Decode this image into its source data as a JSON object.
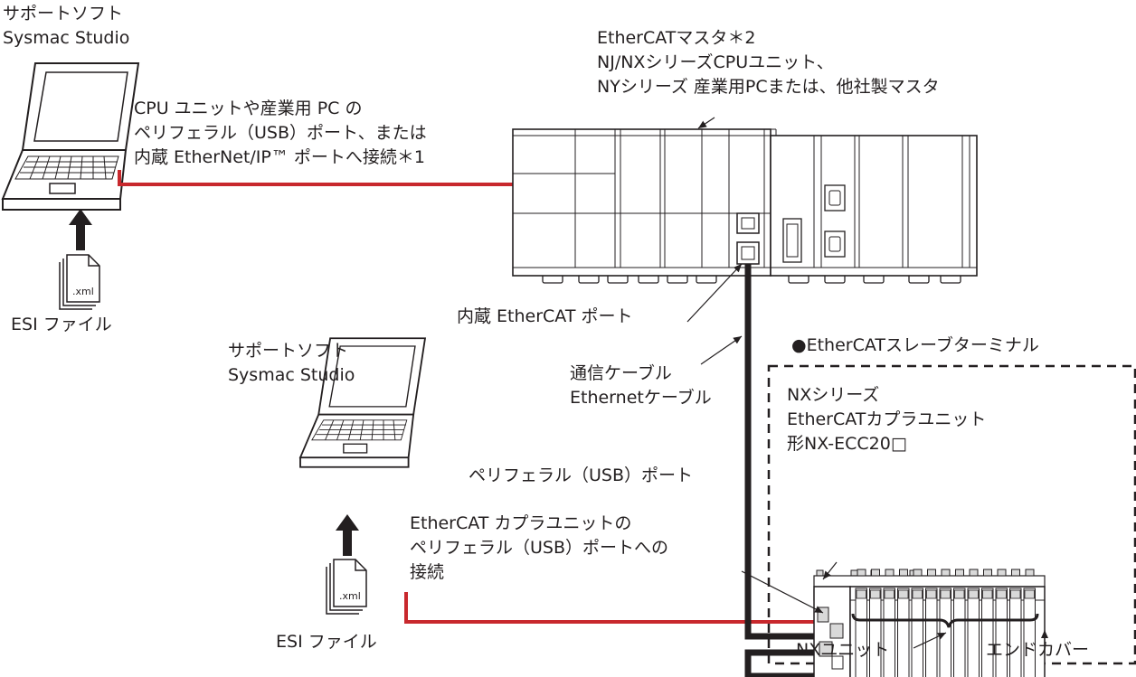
{
  "colors": {
    "ink": "#231f20",
    "cable_red": "#c8282d",
    "grey_fill": "#d9d9d9",
    "light_fill": "#f2f2f2"
  },
  "top_left": {
    "software_title": [
      "サポートソフト",
      "Sysmac Studio"
    ],
    "connection_note": [
      "CPU ユニットや産業用 PC の",
      "ペリフェラル（USB）ポート、または",
      "内蔵 EtherNet/IP™ ポートへ接続＊1"
    ],
    "file_icon_text": ".xml",
    "esi_label": "ESI ファイル"
  },
  "master": {
    "label": [
      "EtherCATマスタ＊2",
      "NJ/NXシリーズCPUユニット、",
      "NYシリーズ 産業用PCまたは、他社製マスタ"
    ],
    "port_label": "内蔵 EtherCAT ポート"
  },
  "cable": {
    "label": [
      "通信ケーブル",
      "Ethernetケーブル"
    ]
  },
  "bottom_left": {
    "software_title": [
      "サポートソフト",
      "Sysmac Studio"
    ],
    "usb_port_label": "ペリフェラル（USB）ポート",
    "connection_note": [
      "EtherCAT カプラユニットの",
      "ペリフェラル（USB）ポートへの",
      "接続"
    ],
    "file_icon_text": ".xml",
    "esi_label": "ESI ファイル"
  },
  "slave_terminal": {
    "title": "●EtherCATスレーブターミナル",
    "coupler_label": [
      "NXシリーズ",
      "EtherCATカプラユニット",
      "形NX-ECC20□"
    ],
    "nx_units_label": "NXユニット",
    "end_cover_label": "エンドカバー"
  }
}
